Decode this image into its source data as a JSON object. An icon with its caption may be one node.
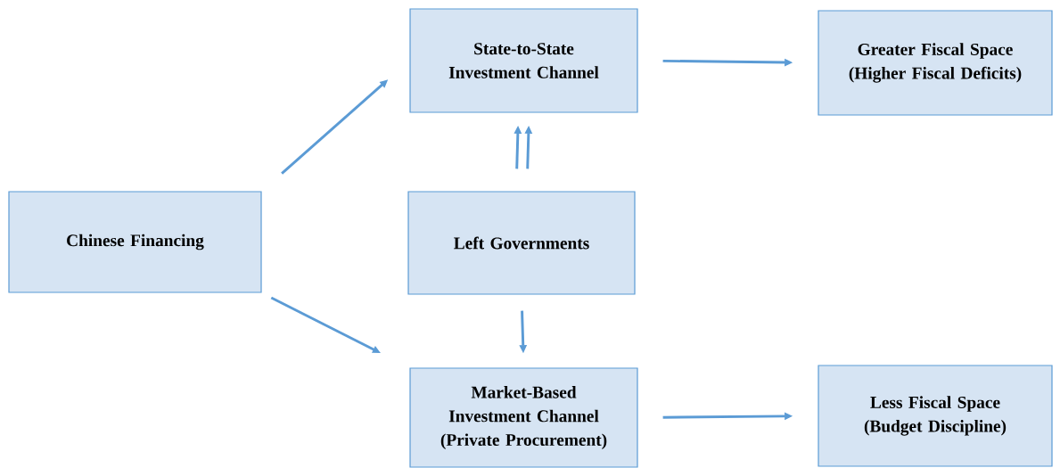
{
  "diagram": {
    "nodes": [
      {
        "text": [
          "Chinese Financing"
        ]
      },
      {
        "text": [
          "State-to-State Investment Channel"
        ]
      },
      {
        "text": [
          "Left Governments"
        ]
      },
      {
        "text": [
          "Market-Based Investment Channel (Private Procurement)"
        ]
      },
      {
        "text": [
          "Greater Fiscal Space (Higher Fiscal Deficits)"
        ]
      },
      {
        "text": [
          "Less Fiscal Space (Budget Discipline)"
        ]
      }
    ],
    "edges": [
      {
        "from": 0,
        "to": 1,
        "arrow": "to"
      },
      {
        "from": 0,
        "to": 3,
        "arrow": "to"
      },
      {
        "from": 2,
        "to": 1,
        "arrow": "to"
      },
      {
        "from": 2,
        "to": 1,
        "arrow": "to"
      },
      {
        "from": 2,
        "to": 3,
        "arrow": "to"
      },
      {
        "from": 1,
        "to": 4,
        "arrow": "to"
      },
      {
        "from": 3,
        "to": 5,
        "arrow": "to"
      }
    ]
  }
}
